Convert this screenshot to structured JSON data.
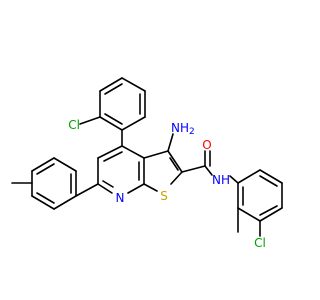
{
  "molecule": {
    "atom_labels": {
      "cl_top": "Cl",
      "nh2": "NH",
      "nh2_sub": "2",
      "o": "O",
      "n_ring": "N",
      "s_ring": "S",
      "nh_amide": "NH",
      "cl_right": "Cl"
    },
    "colors": {
      "bond": "#000000",
      "chlorine": "#00a000",
      "nitrogen": "#0000ff",
      "oxygen": "#ff0000",
      "sulfur": "#c8a000"
    }
  }
}
